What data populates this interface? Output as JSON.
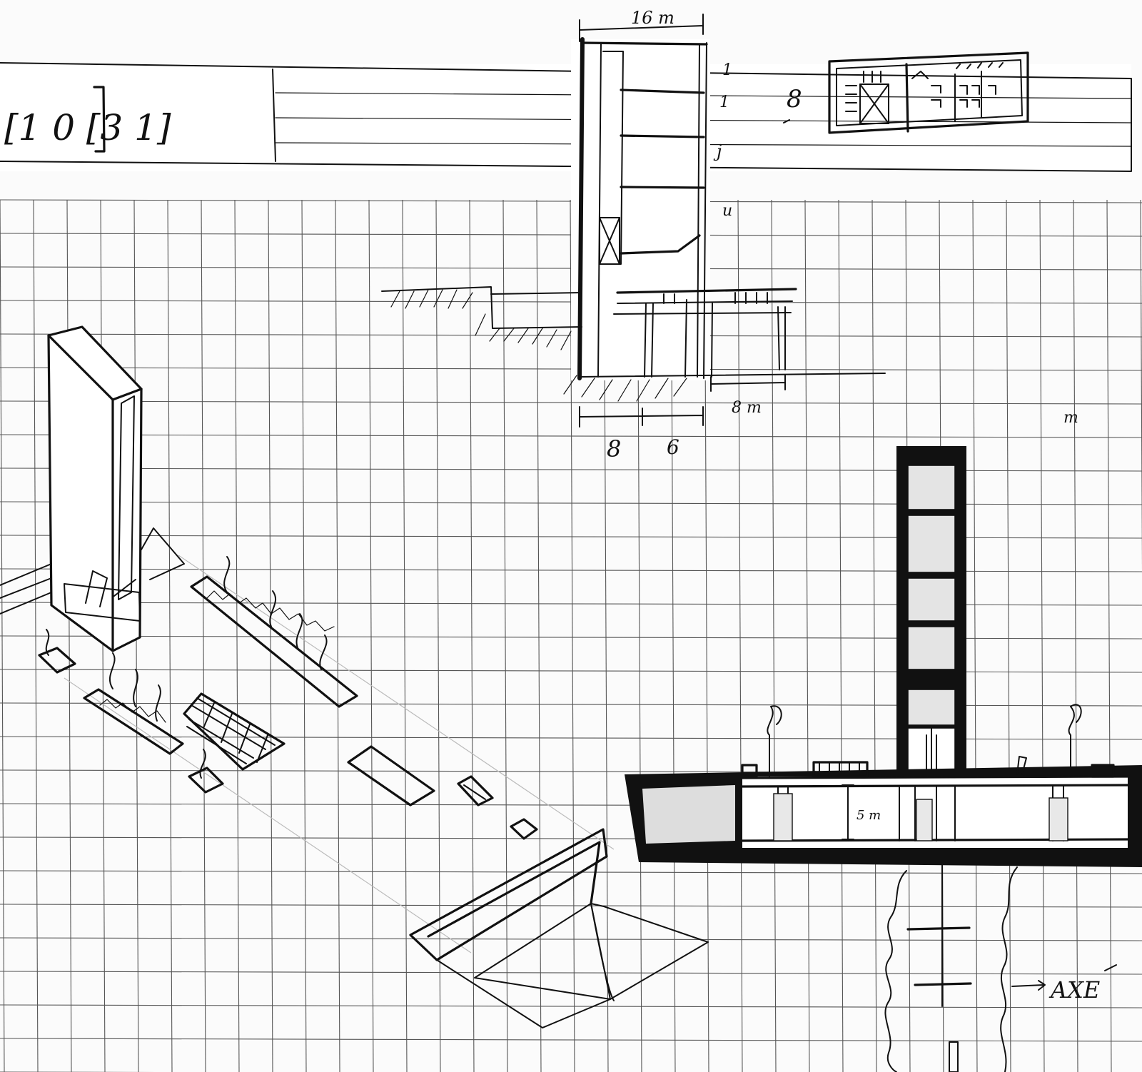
{
  "title_block": {
    "sheet_number": "[1 0 [3 1]"
  },
  "section_drawing": {
    "top_dimension": "16 m",
    "floor_marks": [
      "1",
      "1",
      "j",
      "u"
    ],
    "bottom_dimensions": [
      "8",
      "6"
    ],
    "right_dimension": "8 m"
  },
  "small_plan": {
    "left_dimension": "8"
  },
  "corner_note": "m",
  "elevation_drawing": {
    "basement_height_note": "5 m",
    "axis_label": "AXE"
  }
}
